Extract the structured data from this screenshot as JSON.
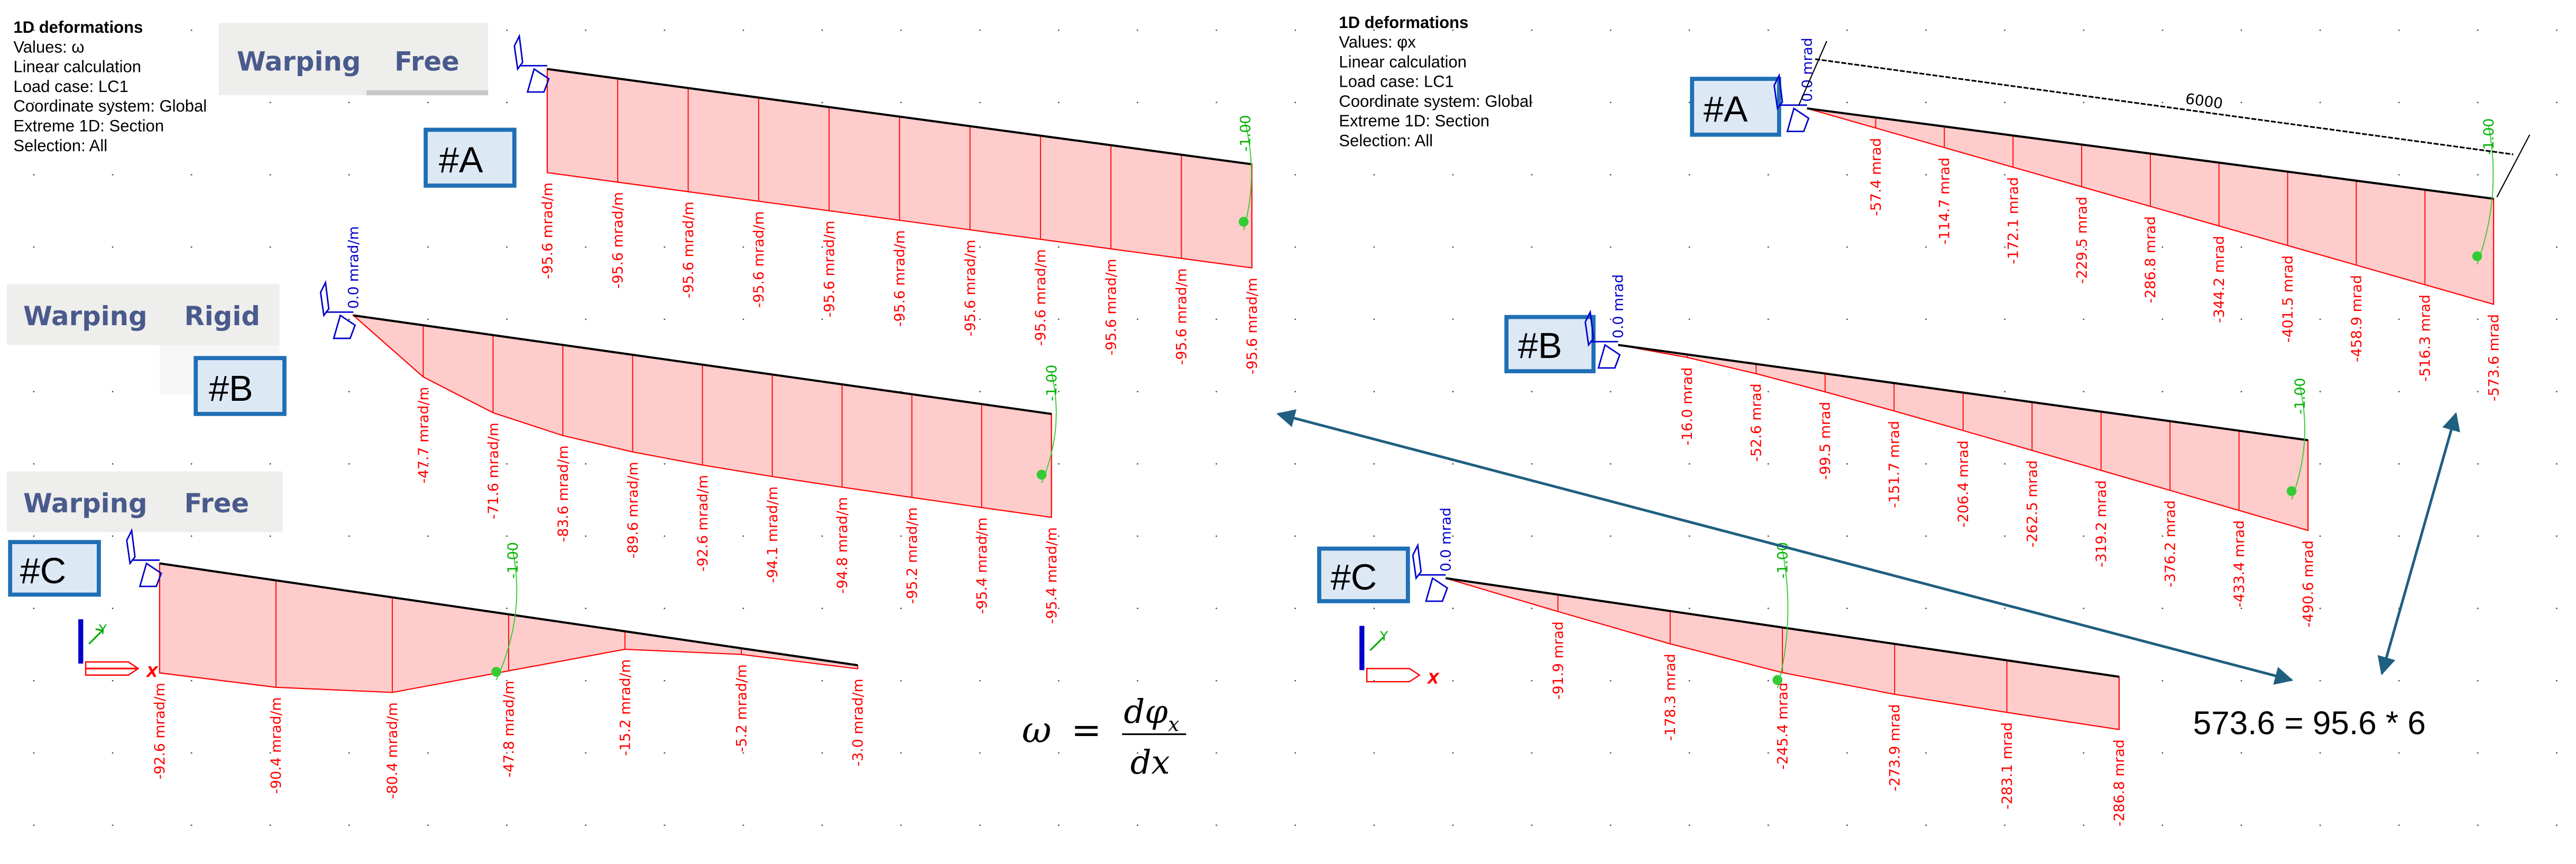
{
  "colors": {
    "diagram_fill": "#ffcccc",
    "diagram_line": "#ff0000",
    "beam": "#000000",
    "support": "#0000cc",
    "label_red": "#ff0000",
    "label_blue": "#0000cc",
    "label_green": "#00b000",
    "tag_border": "#1f6fb5",
    "tag_fill": "#dde8f5",
    "arrow": "#1f5f80"
  },
  "left_panel": {
    "info": {
      "title": "1D deformations",
      "values": "Values: ω",
      "calc": "Linear calculation",
      "load_case": "Load case:  LC1",
      "coord": "Coordinate system:  Global",
      "extreme": "Extreme  1D: Section",
      "selection": "Selection:  All"
    },
    "pills": [
      {
        "key": "Warping",
        "value": "Free"
      },
      {
        "key": "Warping",
        "value": "Rigid"
      },
      {
        "key": "Warping",
        "value": "Free"
      }
    ],
    "tags": [
      "#A",
      "#B",
      "#C"
    ],
    "unit": "mrad/m",
    "diagrams": [
      {
        "id": "A",
        "start_label": "",
        "values": [
          -95.6,
          -95.6,
          -95.6,
          -95.6,
          -95.6,
          -95.6,
          -95.6,
          -95.6,
          -95.6,
          -95.6,
          -95.6
        ],
        "green_label": "-1.00"
      },
      {
        "id": "B",
        "start_label": "0.0 mrad/m",
        "values": [
          0,
          -47.7,
          -71.6,
          -83.6,
          -89.6,
          -92.6,
          -94.1,
          -94.8,
          -95.2,
          -95.4,
          -95.4
        ],
        "green_label": "-1.00"
      },
      {
        "id": "C",
        "start_label": "",
        "values": [
          -92.6,
          -90.4,
          -80.4,
          -47.8,
          -15.2,
          -5.2,
          -3.0
        ],
        "green_label": "-1.00"
      }
    ],
    "formula": {
      "lhs": "ω",
      "eq": "=",
      "num": "dφ",
      "num_sub": "x",
      "den": "dx"
    },
    "axes": {
      "x": "X",
      "y": "Y"
    }
  },
  "right_panel": {
    "info": {
      "title": "1D deformations",
      "values": "Values: φx",
      "calc": "Linear calculation",
      "load_case": "Load case:  LC1",
      "coord": "Coordinate system:  Global",
      "extreme": "Extreme  1D: Section",
      "selection": "Selection:  All"
    },
    "tags": [
      "#A",
      "#B",
      "#C"
    ],
    "unit": "mrad",
    "dimension": "6000",
    "diagrams": [
      {
        "id": "A",
        "start_label": "0.0 mrad",
        "values": [
          0,
          -57.4,
          -114.7,
          -172.1,
          -229.5,
          -286.8,
          -344.2,
          -401.5,
          -458.9,
          -516.3,
          -573.6
        ],
        "green_label": "-1.00"
      },
      {
        "id": "B",
        "start_label": "0.0 mrad",
        "values": [
          0,
          -16.0,
          -52.6,
          -99.5,
          -151.7,
          -206.4,
          -262.5,
          -319.2,
          -376.2,
          -433.4,
          -490.6
        ],
        "green_label": "-1.00"
      },
      {
        "id": "C",
        "start_label": "0.0 mrad",
        "values": [
          0,
          -91.9,
          -178.3,
          -245.4,
          -273.9,
          -283.1,
          -286.8
        ],
        "green_label": "-1.00"
      }
    ],
    "equation": "573.6 = 95.6 * 6",
    "axes": {
      "x": "X",
      "y": "Y"
    }
  }
}
